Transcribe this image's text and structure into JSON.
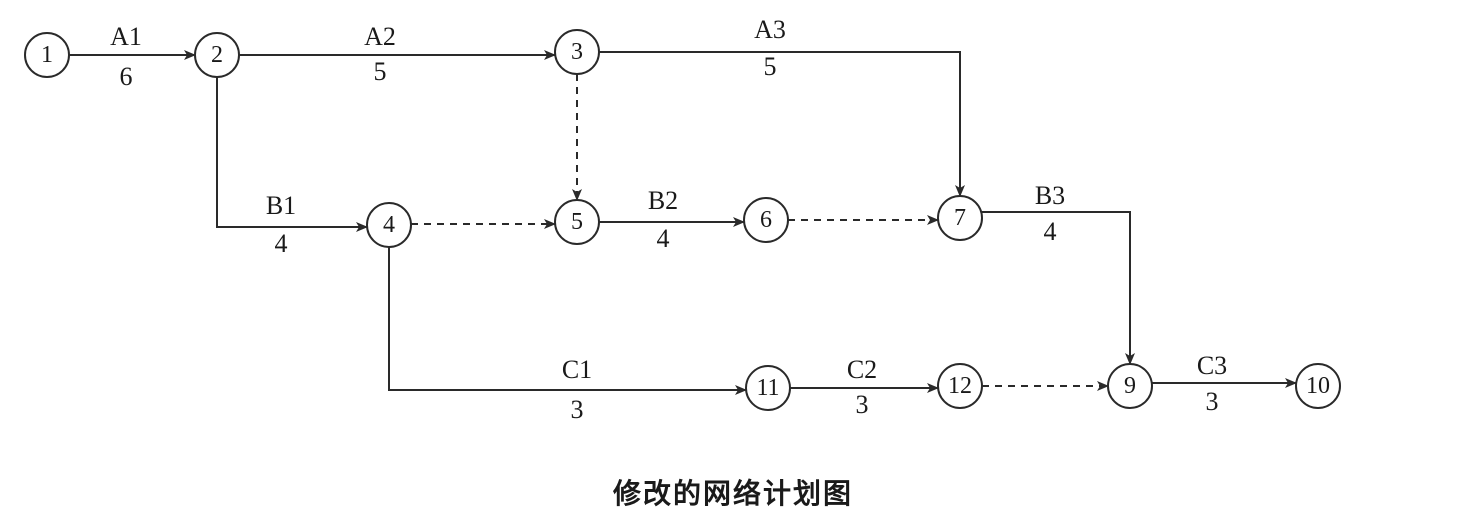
{
  "caption": "修改的网络计划图",
  "nodes": [
    {
      "id": "1",
      "label": "1"
    },
    {
      "id": "2",
      "label": "2"
    },
    {
      "id": "3",
      "label": "3"
    },
    {
      "id": "4",
      "label": "4"
    },
    {
      "id": "5",
      "label": "5"
    },
    {
      "id": "6",
      "label": "6"
    },
    {
      "id": "7",
      "label": "7"
    },
    {
      "id": "9",
      "label": "9"
    },
    {
      "id": "10",
      "label": "10"
    },
    {
      "id": "11",
      "label": "11"
    },
    {
      "id": "12",
      "label": "12"
    }
  ],
  "activities": [
    {
      "from": "1",
      "to": "2",
      "name": "A1",
      "duration": "6"
    },
    {
      "from": "2",
      "to": "3",
      "name": "A2",
      "duration": "5"
    },
    {
      "from": "3",
      "to": "7",
      "name": "A3",
      "duration": "5"
    },
    {
      "from": "2",
      "to": "4",
      "name": "B1",
      "duration": "4"
    },
    {
      "from": "5",
      "to": "6",
      "name": "B2",
      "duration": "4"
    },
    {
      "from": "7",
      "to": "9",
      "name": "B3",
      "duration": "4"
    },
    {
      "from": "4",
      "to": "11",
      "name": "C1",
      "duration": "3"
    },
    {
      "from": "11",
      "to": "12",
      "name": "C2",
      "duration": "3"
    },
    {
      "from": "9",
      "to": "10",
      "name": "C3",
      "duration": "3"
    }
  ],
  "dummies": [
    {
      "from": "3",
      "to": "5"
    },
    {
      "from": "4",
      "to": "5"
    },
    {
      "from": "6",
      "to": "7"
    },
    {
      "from": "12",
      "to": "9"
    }
  ]
}
